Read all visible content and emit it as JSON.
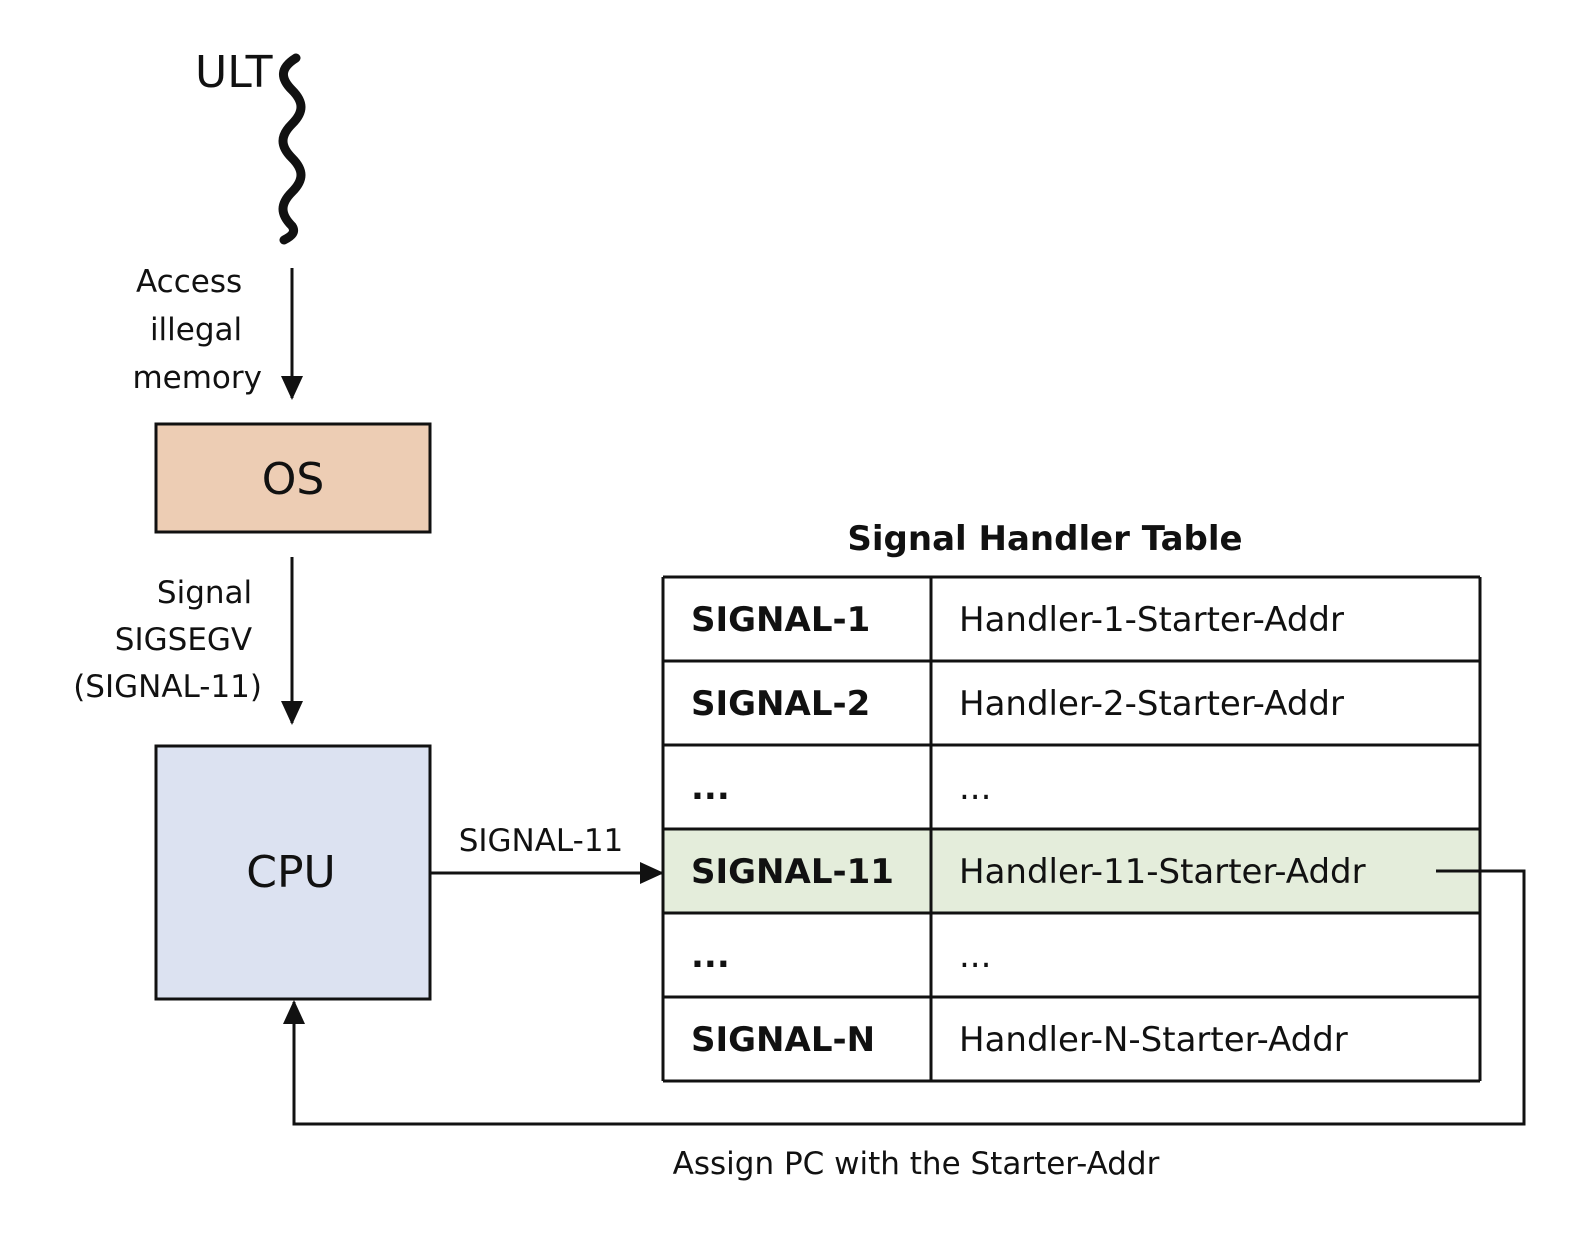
{
  "ult_label": "ULT",
  "access_label_lines": [
    "Access",
    "illegal",
    "memory"
  ],
  "os_label": "OS",
  "signal_label_lines": [
    "Signal",
    "SIGSEGV",
    "(SIGNAL-11)"
  ],
  "cpu_label": "CPU",
  "cpu_to_table_label": "SIGNAL-11",
  "table": {
    "title": "Signal Handler Table",
    "rows": [
      {
        "signal": "SIGNAL-1",
        "handler": "Handler-1-Starter-Addr",
        "highlight": false
      },
      {
        "signal": "SIGNAL-2",
        "handler": "Handler-2-Starter-Addr",
        "highlight": false
      },
      {
        "signal": "...",
        "handler": "...",
        "highlight": false
      },
      {
        "signal": "SIGNAL-11",
        "handler": "Handler-11-Starter-Addr",
        "highlight": true
      },
      {
        "signal": "...",
        "handler": "...",
        "highlight": false
      },
      {
        "signal": "SIGNAL-N",
        "handler": "Handler-N-Starter-Addr",
        "highlight": false
      }
    ]
  },
  "feedback_label": "Assign PC with the Starter-Addr",
  "colors": {
    "os_fill": "#EDCDB4",
    "cpu_fill": "#DCE2F1",
    "highlight_fill": "#E4EDDB"
  }
}
